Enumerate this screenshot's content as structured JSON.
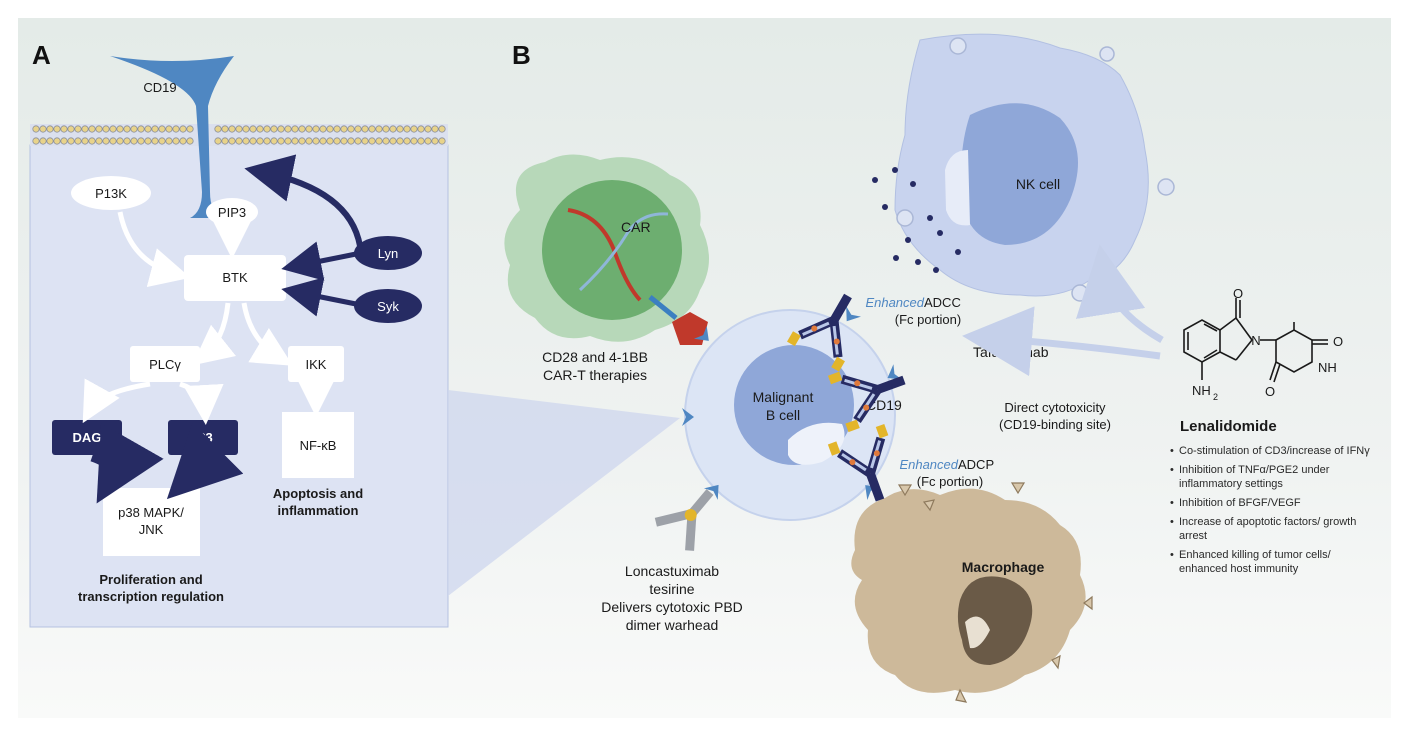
{
  "panel_a": {
    "letter": "A",
    "receptor": "CD19",
    "nodes": {
      "pi3k": "P13K",
      "pip3": "PIP3",
      "btk": "BTK",
      "lyn": "Lyn",
      "syk": "Syk",
      "plcg": "PLCγ",
      "ikk": "IKK",
      "dag": "DAG",
      "ip3": "IP3",
      "nfkb": "NF-κB",
      "mapk_line1": "p38 MAPK/",
      "mapk_line2": "JNK"
    },
    "outcomes": {
      "apoptosis_line1": "Apoptosis and",
      "apoptosis_line2": "inflammation",
      "prolif_line1": "Proliferation and",
      "prolif_line2": "transcription regulation"
    }
  },
  "panel_b": {
    "letter": "B",
    "car_label": "CAR",
    "cart_line1": "CD28 and 4-1BB",
    "cart_line2": "CAR-T therapies",
    "malignant_line1": "Malignant",
    "malignant_line2": "B cell",
    "cd19": "CD19",
    "nk_cell": "NK cell",
    "adcc_prefix": "Enhanced",
    "adcc_suffix": " ADCC",
    "adcc_sub": "(Fc portion)",
    "tafasitamab": "Tafasitamab",
    "direct_line1": "Direct cytotoxicity",
    "direct_line2": "(CD19-binding site)",
    "adcp_prefix": "Enhanced",
    "adcp_suffix": " ADCP",
    "adcp_sub": "(Fc portion)",
    "macrophage": "Macrophage",
    "lonca_line1": "Loncastuximab",
    "lonca_line2": "tesirine",
    "lonca_line3": "Delivers cytotoxic PBD",
    "lonca_line4": "dimer warhead"
  },
  "lenalidomide": {
    "title": "Lenalidomide",
    "struct_o1": "O",
    "struct_o2": "O",
    "struct_n": "N",
    "struct_nh": "NH",
    "struct_o3": "O",
    "struct_nh2": "NH",
    "struct_nh2_sub": "2",
    "bullets": [
      "Co-stimulation of CD3/increase of IFNγ",
      "Inhibition of TNFα/PGE2 under inflammatory settings",
      "Inhibition of BFGF/VEGF",
      "Increase of apoptotic factors/ growth arrest",
      "Enhanced killing of tumor cells/ enhanced host immunity"
    ]
  },
  "colors": {
    "navy": "#262b63",
    "cd19_blue": "#4f87c2",
    "panel_bg": "#dde3f3",
    "bcell_outer": "#dce5f5",
    "bcell_nucleus": "#8fa7d8",
    "nk_fill": "#c8d3ee",
    "car_outer": "#b7d8b9",
    "car_inner": "#6dae70",
    "macrophage": "#cdb99a",
    "antibody_accent": "#e3b52a"
  }
}
